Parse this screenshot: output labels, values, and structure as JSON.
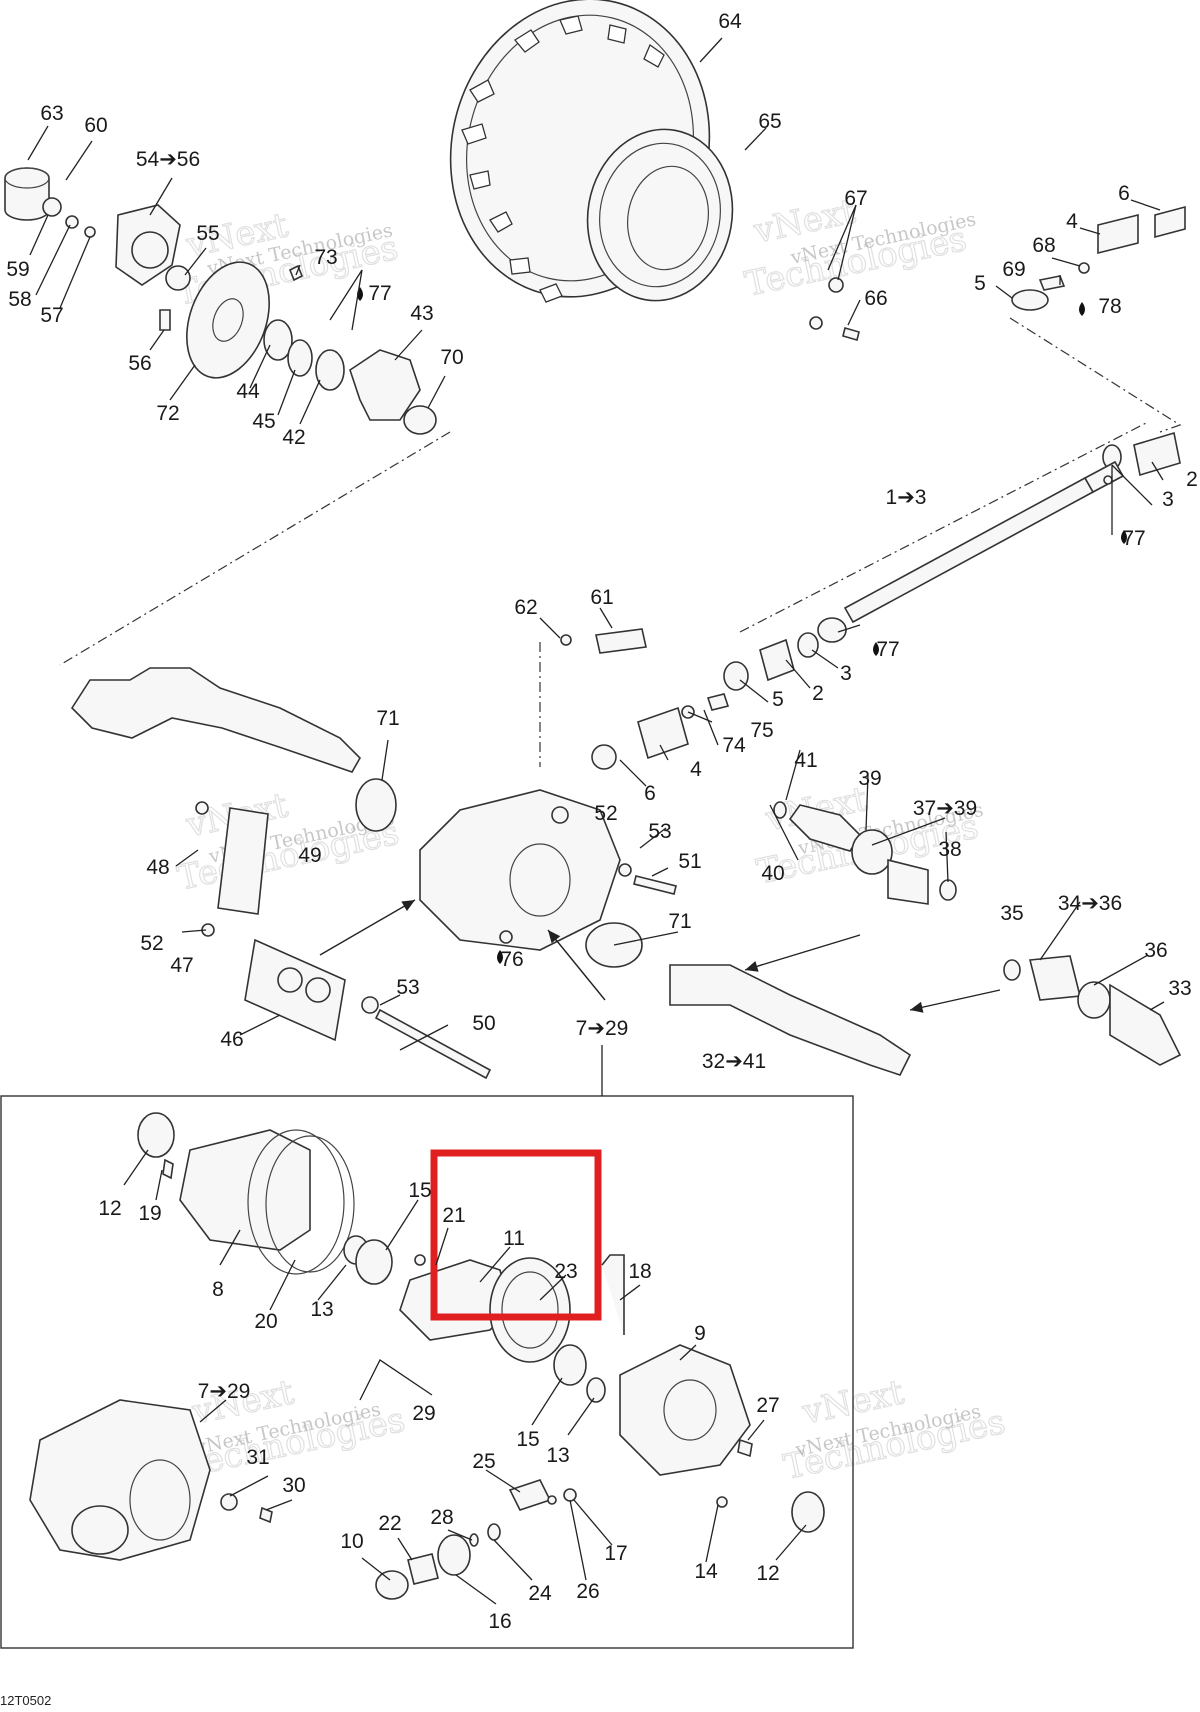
{
  "diagram": {
    "figure_code": "12T0502",
    "watermark": {
      "line1": "vNext",
      "line2": "Technologies",
      "line3": "vNext Technologies"
    },
    "highlight": {
      "color": "#e02020"
    },
    "callouts": [
      {
        "id": "64",
        "text": "64"
      },
      {
        "id": "65",
        "text": "65"
      },
      {
        "id": "67",
        "text": "67"
      },
      {
        "id": "66",
        "text": "66"
      },
      {
        "id": "63",
        "text": "63"
      },
      {
        "id": "60",
        "text": "60"
      },
      {
        "id": "54-56",
        "text": "54➔56"
      },
      {
        "id": "55",
        "text": "55"
      },
      {
        "id": "59",
        "text": "59"
      },
      {
        "id": "58",
        "text": "58"
      },
      {
        "id": "57",
        "text": "57"
      },
      {
        "id": "73",
        "text": "73"
      },
      {
        "id": "77a",
        "text": "77"
      },
      {
        "id": "43",
        "text": "43"
      },
      {
        "id": "70",
        "text": "70"
      },
      {
        "id": "56",
        "text": "56"
      },
      {
        "id": "72",
        "text": "72"
      },
      {
        "id": "44",
        "text": "44"
      },
      {
        "id": "45",
        "text": "45"
      },
      {
        "id": "42",
        "text": "42"
      },
      {
        "id": "6a",
        "text": "6"
      },
      {
        "id": "4a",
        "text": "4"
      },
      {
        "id": "68",
        "text": "68"
      },
      {
        "id": "69",
        "text": "69"
      },
      {
        "id": "5a",
        "text": "5"
      },
      {
        "id": "78",
        "text": "78"
      },
      {
        "id": "2a",
        "text": "2"
      },
      {
        "id": "3a",
        "text": "3"
      },
      {
        "id": "1-3",
        "text": "1➔3"
      },
      {
        "id": "77b",
        "text": "77"
      },
      {
        "id": "62",
        "text": "62"
      },
      {
        "id": "61",
        "text": "61"
      },
      {
        "id": "77c",
        "text": "77"
      },
      {
        "id": "2b",
        "text": "2"
      },
      {
        "id": "3b",
        "text": "3"
      },
      {
        "id": "5b",
        "text": "5"
      },
      {
        "id": "75",
        "text": "75"
      },
      {
        "id": "74",
        "text": "74"
      },
      {
        "id": "4b",
        "text": "4"
      },
      {
        "id": "6b",
        "text": "6"
      },
      {
        "id": "71a",
        "text": "71"
      },
      {
        "id": "52a",
        "text": "52"
      },
      {
        "id": "53a",
        "text": "53"
      },
      {
        "id": "51",
        "text": "51"
      },
      {
        "id": "41",
        "text": "41"
      },
      {
        "id": "39",
        "text": "39"
      },
      {
        "id": "37-39",
        "text": "37➔39"
      },
      {
        "id": "38",
        "text": "38"
      },
      {
        "id": "40",
        "text": "40"
      },
      {
        "id": "48",
        "text": "48"
      },
      {
        "id": "49",
        "text": "49"
      },
      {
        "id": "52b",
        "text": "52"
      },
      {
        "id": "47",
        "text": "47"
      },
      {
        "id": "76",
        "text": "76"
      },
      {
        "id": "71b",
        "text": "71"
      },
      {
        "id": "35",
        "text": "35"
      },
      {
        "id": "34-36",
        "text": "34➔36"
      },
      {
        "id": "36",
        "text": "36"
      },
      {
        "id": "33",
        "text": "33"
      },
      {
        "id": "53b",
        "text": "53"
      },
      {
        "id": "50",
        "text": "50"
      },
      {
        "id": "46",
        "text": "46"
      },
      {
        "id": "7-29a",
        "text": "7➔29"
      },
      {
        "id": "32-41",
        "text": "32➔41"
      },
      {
        "id": "12a",
        "text": "12"
      },
      {
        "id": "19",
        "text": "19"
      },
      {
        "id": "8",
        "text": "8"
      },
      {
        "id": "20",
        "text": "20"
      },
      {
        "id": "13a",
        "text": "13"
      },
      {
        "id": "15a",
        "text": "15"
      },
      {
        "id": "21",
        "text": "21"
      },
      {
        "id": "11",
        "text": "11"
      },
      {
        "id": "23",
        "text": "23"
      },
      {
        "id": "18",
        "text": "18"
      },
      {
        "id": "9",
        "text": "9"
      },
      {
        "id": "29",
        "text": "29"
      },
      {
        "id": "15b",
        "text": "15"
      },
      {
        "id": "13b",
        "text": "13"
      },
      {
        "id": "27",
        "text": "27"
      },
      {
        "id": "7-29b",
        "text": "7➔29"
      },
      {
        "id": "31",
        "text": "31"
      },
      {
        "id": "30",
        "text": "30"
      },
      {
        "id": "25",
        "text": "25"
      },
      {
        "id": "28",
        "text": "28"
      },
      {
        "id": "22",
        "text": "22"
      },
      {
        "id": "10",
        "text": "10"
      },
      {
        "id": "26",
        "text": "26"
      },
      {
        "id": "17",
        "text": "17"
      },
      {
        "id": "14",
        "text": "14"
      },
      {
        "id": "12b",
        "text": "12"
      },
      {
        "id": "24",
        "text": "24"
      },
      {
        "id": "16",
        "text": "16"
      }
    ]
  }
}
